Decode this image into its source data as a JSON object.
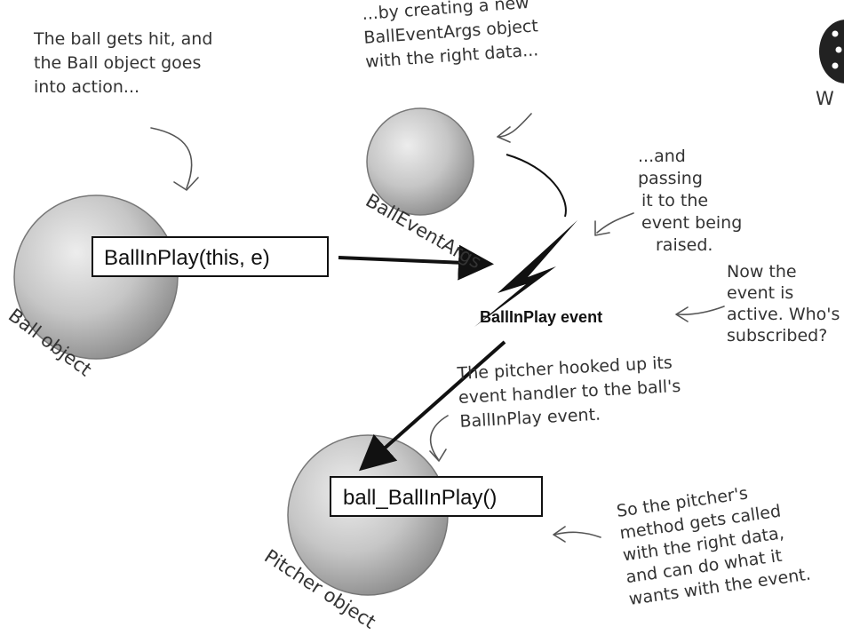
{
  "annotations": {
    "ball_hit": [
      "The ball gets hit, and",
      "the Ball object goes",
      "into action..."
    ],
    "creating_args": [
      "...by creating a new",
      "BallEventArgs object",
      "with the right data..."
    ],
    "passing": [
      "...and",
      "passing",
      "it to the",
      "event being",
      "raised."
    ],
    "now_active": [
      "Now the",
      "event is",
      "active. Who's",
      "subscribed?"
    ],
    "pitcher_hooked": [
      "The pitcher hooked up its",
      "event handler to the ball's",
      "BallInPlay event."
    ],
    "method_called": [
      "So the pitcher's",
      "method gets called",
      "with the right data,",
      "and can do what it",
      "wants with the event."
    ],
    "corner_partial": "W"
  },
  "objects": {
    "ball": {
      "label": "Ball object",
      "method": "BallInPlay(this, e)"
    },
    "event_args": {
      "label": "BallEventArgs"
    },
    "event": {
      "label": "BallInPlay event"
    },
    "pitcher": {
      "label": "Pitcher object",
      "method": "ball_BallInPlay()"
    }
  },
  "colors": {
    "sphere_light": "#d4d4d4",
    "sphere_dark": "#8a8a8a",
    "ink": "#111111",
    "pencil": "#555555"
  }
}
